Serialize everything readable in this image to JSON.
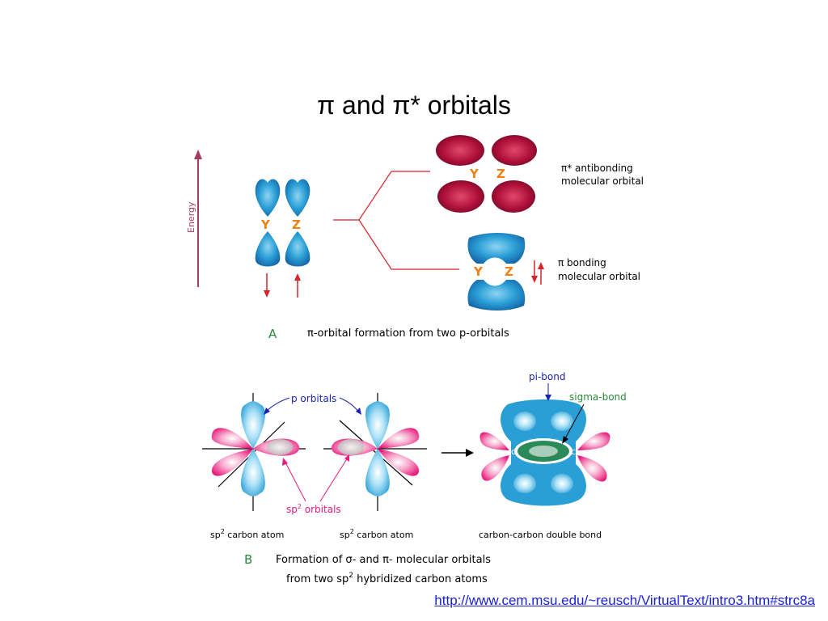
{
  "title": "π and π* orbitals",
  "panel_a": {
    "energy_label": "Energy",
    "y_letter": "Y",
    "z_letter": "Z",
    "antibonding_line1": "π* antibonding",
    "antibonding_line2": "molecular orbital",
    "bonding_line1": "π bonding",
    "bonding_line2": "molecular orbital",
    "panel_letter": "A",
    "caption": "π-orbital formation from two p-orbitals"
  },
  "panel_b": {
    "p_orbitals": "p orbitals",
    "sp2_orbitals_prefix": "sp",
    "sp2_orbitals_sup": "2",
    "sp2_orbitals_suffix": " orbitals",
    "pi_bond": "pi-bond",
    "sigma_bond": "sigma-bond",
    "c_letter": "c",
    "atom_label_prefix": "sp",
    "atom_label_sup": "2",
    "atom_label_suffix": " carbon atom",
    "double_bond_label": "carbon-carbon double bond",
    "panel_letter": "B",
    "caption_line1": "Formation of σ- and π- molecular orbitals",
    "caption_line2_prefix": "from two sp",
    "caption_line2_sup": "2",
    "caption_line2_suffix": " hybridized carbon atoms"
  },
  "colors": {
    "blue_lobe": "#2a9fd6",
    "dark_blue": "#1565a8",
    "crimson_lobe": "#b0103a",
    "magenta_lobe": "#e8197a",
    "arrow_red": "#d8232a",
    "energy_arrow": "#a83a5a",
    "letter_orange": "#f08010",
    "sigma_green": "#2a8a5a",
    "link_blue": "#1a22d8"
  },
  "source_url": "http://www.cem.msu.edu/~reusch/VirtualText/intro3.htm#strc8a"
}
